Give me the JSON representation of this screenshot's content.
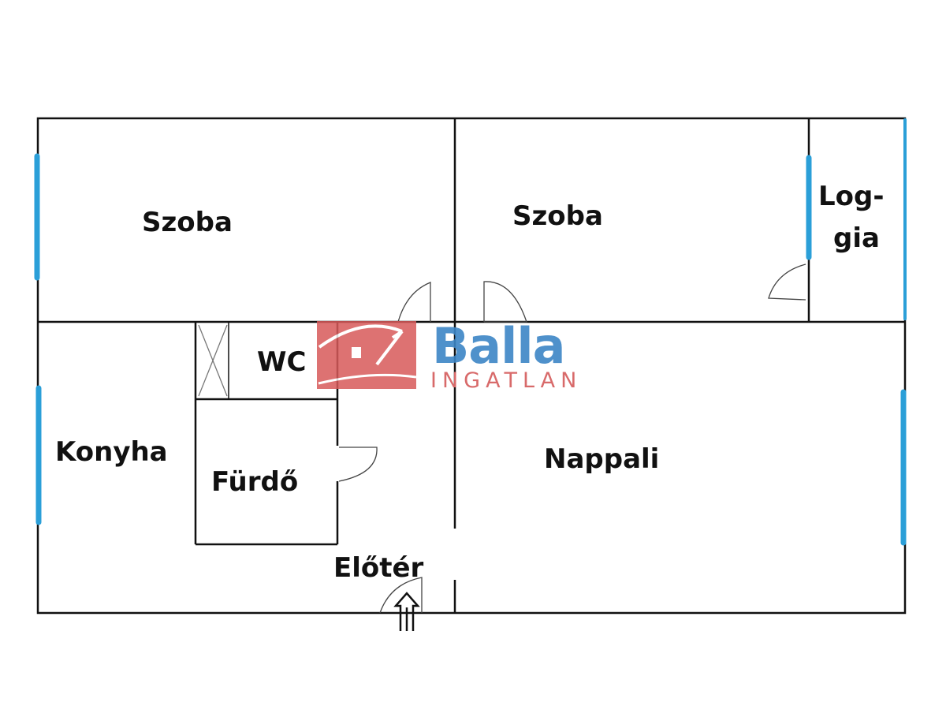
{
  "rooms": {
    "szoba_left": "Szoba",
    "szoba_right": "Szoba",
    "loggia_line1": "Log-",
    "loggia_line2": "gia",
    "wc": "WC",
    "konyha": "Konyha",
    "furdo": "Fürdő",
    "nappali": "Nappali",
    "eloter": "Előtér"
  },
  "watermark": {
    "brand": "Balla",
    "sub": "INGATLAN"
  },
  "colors": {
    "wall": "#111111",
    "window": "#2b9fd8",
    "logo_red": "#d85a5a",
    "logo_blue": "#3d86c6"
  }
}
